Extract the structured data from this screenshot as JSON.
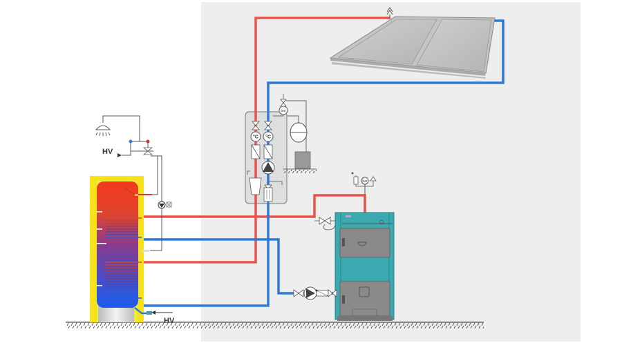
{
  "title": "Solar thermal system with solid fuel boiler and bivalent hot water storage tank",
  "labels": {
    "cold_water_inlet_top": "HV",
    "cold_water_inlet_bottom": "HV",
    "temp_unit_hot": "°C",
    "temp_unit_cold": "°C",
    "gauge_solar": "bar",
    "gauge_boiler": "bar"
  },
  "components": [
    {
      "id": "shower",
      "name": "Shower head"
    },
    {
      "id": "mixing-valve",
      "name": "Thermostatic mixing valve"
    },
    {
      "id": "storage-tank",
      "name": "Bivalent hot water storage tank"
    },
    {
      "id": "circulation-pump",
      "name": "DHW circulation pump"
    },
    {
      "id": "solar-station",
      "name": "Solar pump station"
    },
    {
      "id": "expansion-vessel",
      "name": "Solar expansion vessel"
    },
    {
      "id": "collector",
      "name": "Flat plate solar collectors"
    },
    {
      "id": "air-vent",
      "name": "Air vent"
    },
    {
      "id": "boiler",
      "name": "Solid fuel boiler"
    },
    {
      "id": "boiler-pump",
      "name": "Boiler charging pump"
    },
    {
      "id": "safety-group",
      "name": "Boiler safety group"
    }
  ],
  "colors": {
    "hot_pipe": "#e8544a",
    "cold_pipe": "#2f79d4",
    "boiler_body": "#3aaab0",
    "tank_insulation": "#f5e21a",
    "panel_bg": "#eeeeee",
    "line": "#666666"
  }
}
